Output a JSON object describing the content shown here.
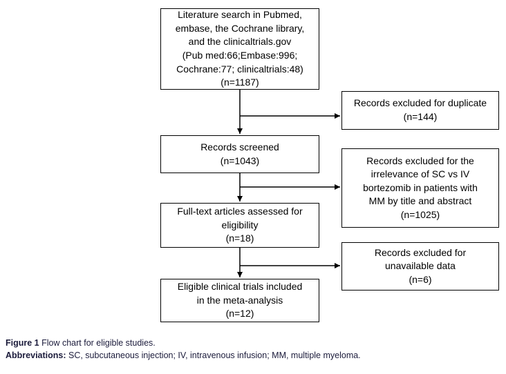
{
  "figure": {
    "title": "Flow chart for eligible studies"
  },
  "colors": {
    "background": "#ffffff",
    "box_border": "#000000",
    "box_text": "#000000",
    "arrow": "#000000",
    "caption_text": "#1b1b3b"
  },
  "flowchart": {
    "main_boxes": [
      {
        "id": "literature-search",
        "n": 1187,
        "text": "Literature search in Pubmed,\nembase, the Cochrane library,\nand the clinicaltrials.gov\n(Pub med:66;Embase:996;\nCochrane:77; clinicaltrials:48)\n(n=1187)"
      },
      {
        "id": "records-screened",
        "n": 1043,
        "text": "Records screened\n(n=1043)"
      },
      {
        "id": "full-text-assessed",
        "n": 18,
        "text": "Full-text articles assessed for\neligibility\n(n=18)"
      },
      {
        "id": "eligible-included",
        "n": 12,
        "text": "Eligible clinical trials included\nin the meta-analysis\n(n=12)"
      }
    ],
    "exclusion_boxes": [
      {
        "id": "excluded-duplicate",
        "n": 144,
        "text": "Records excluded for duplicate\n(n=144)"
      },
      {
        "id": "excluded-irrelevance",
        "n": 1025,
        "text": "Records excluded for the\nirrelevance of SC vs IV\nbortezomib in patients with\nMM by title and abstract\n(n=1025)"
      },
      {
        "id": "excluded-unavailable-data",
        "n": 6,
        "text": "Records excluded for\nunavailable data\n(n=6)"
      }
    ]
  },
  "caption": {
    "figure_label": "Figure 1",
    "figure_text": " Flow chart for eligible studies.",
    "abbrev_label": "Abbreviations:",
    "abbrev_text": " SC, subcutaneous injection; IV, intravenous infusion; MM, multiple myeloma."
  }
}
